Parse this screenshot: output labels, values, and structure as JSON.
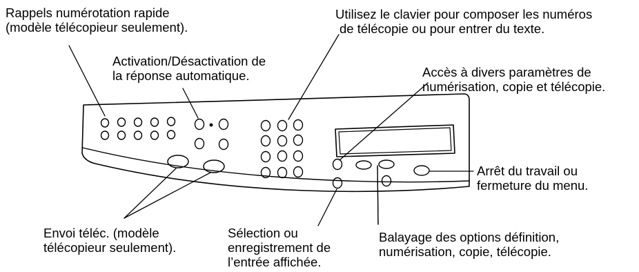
{
  "callouts": {
    "speed_dial": {
      "line1": "Rappels numérotation rapide",
      "line2": "(modèle télécopieur seulement)."
    },
    "keypad": {
      "line1": "Utilisez le clavier pour composer les numéros",
      "line2": "de télécopie ou pour entrer du texte."
    },
    "auto_answer": {
      "line1": "Activation/Désactivation de",
      "line2": "la réponse automatique."
    },
    "settings_access": {
      "line1": "Accès à divers paramètres de",
      "line2": "numérisation, copie et télécopie."
    },
    "stop_cancel": {
      "line1": "Arrêt du travail ou",
      "line2": "fermeture du menu."
    },
    "fax_send": {
      "line1": "Envoi téléc. (modèle",
      "line2": "télécopieur seulement)."
    },
    "select_save": {
      "line1": "Sélection ou",
      "line2": "enregistrement de",
      "line3": "l’entrée affichée."
    },
    "option_scroll": {
      "line1": "Balayage des options définition,",
      "line2": "numérisation, copie, télécopie."
    }
  },
  "colors": {
    "ink": "#000000",
    "panel_fill": "#ffffff",
    "display_fill": "#ffffff"
  }
}
